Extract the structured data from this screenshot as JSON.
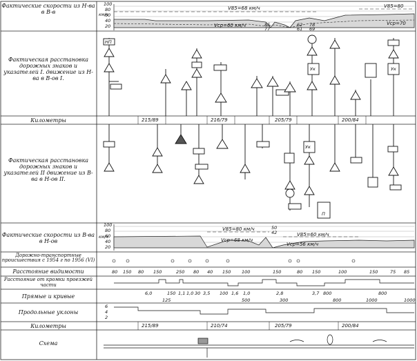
{
  "rows": {
    "speed_top": "Фактические скорости из Н-ва в В-в",
    "signs_top": "Фактическая расстановка дорожных знаков и указателей I. движение из Н-ва в В-ов I.",
    "km_top": "Километры",
    "signs_bottom": "Фактическая расстановка дорожных знаков и указателей II движение из В-ва в Н-ов II.",
    "speed_bottom": "Фактические скорости из В-ва в Н-ов",
    "accidents": "Дорожно-транспортные происшествия с 1954 г по 1956 (VI)",
    "visibility": "Расстояние видимости",
    "edge_distance": "Расстояние от кромки проезжей части",
    "straights_curves": "Прямые и кривые",
    "gradients": "Продольные уклоны",
    "km_bottom": "Километры",
    "scheme": "Схема"
  },
  "speed_top": {
    "axis_unit": "км/ч",
    "ticks": [
      "100",
      "80",
      "60",
      "40",
      "20"
    ],
    "v85": "V85=68 км/ч",
    "vcp": "Vср=60 км/ч",
    "v85_right": "V85=80",
    "vcp_right": "Vср=70",
    "dips": [
      "85",
      "77",
      "62",
      "61",
      "78",
      "69"
    ]
  },
  "speed_bottom": {
    "axis_unit": "км/ч",
    "ticks": [
      "100",
      "80",
      "60",
      "40",
      "20"
    ],
    "v85": "V85=80 км/ч",
    "vcp": "Vср=68 км/ч",
    "v85_2": "V85=60 км/ч",
    "vcp_2": "Vср=56 км/ч",
    "peak": [
      "50",
      "42"
    ]
  },
  "kilometers": [
    "215/89",
    "216/79",
    "205/79",
    "200/84"
  ],
  "kilometers_bottom": [
    "215/89",
    "210/74",
    "205/79",
    "200/84"
  ],
  "visibility_values": [
    "80",
    "150",
    "80",
    "150",
    "250",
    "80",
    "40",
    "150",
    "100",
    "150",
    "80",
    "150",
    "100",
    "150",
    "75",
    "85"
  ],
  "curves": {
    "upper": [
      "6,0",
      "150",
      "1,1",
      "1,0",
      "30",
      "3,5",
      "100",
      "1,6",
      "1,0",
      "2,8",
      "3,7",
      "800",
      "800"
    ],
    "lower": [
      "125",
      "500",
      "300",
      "800",
      "1000",
      "1000"
    ]
  },
  "gradient_ticks": [
    "6",
    "4",
    "2"
  ],
  "sign_labels": {
    "np": "НП",
    "yk": "Ук",
    "p": "П"
  }
}
